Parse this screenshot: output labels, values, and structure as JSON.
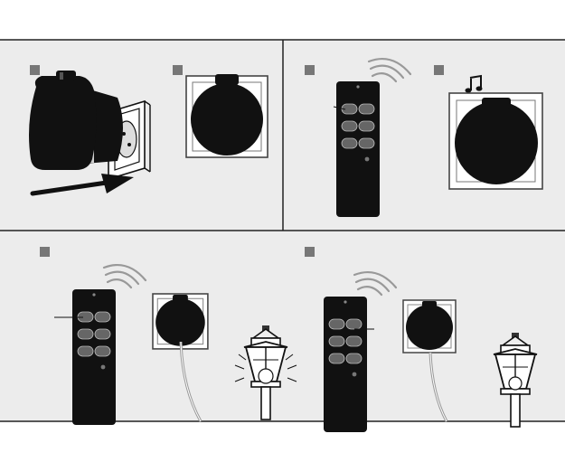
{
  "figure": {
    "kind": "instruction-illustration",
    "panel_count": 6,
    "background_color": "#ececec",
    "border_color": "#222222",
    "ink_color": "#111111",
    "frame_color": "#555555",
    "step_marker_color": "#777777"
  },
  "icons": {
    "music": "music-note-icon",
    "signal": "radio-signal-icon"
  },
  "panels": [
    {
      "id": "plug-in",
      "shows": [
        "adapter-plug",
        "wall-socket",
        "arrow"
      ]
    },
    {
      "id": "socket-front",
      "shows": [
        "socket-adapter-front"
      ]
    },
    {
      "id": "remote-pair",
      "shows": [
        "remote-control",
        "signal-waves",
        "pointer-line"
      ]
    },
    {
      "id": "confirm-sound",
      "shows": [
        "socket-adapter-front",
        "music-note"
      ]
    },
    {
      "id": "lamp-on",
      "shows": [
        "remote-control",
        "socket-adapter-front",
        "cable",
        "lantern-lit"
      ]
    },
    {
      "id": "lamp-off",
      "shows": [
        "remote-control",
        "socket-adapter-front",
        "cable",
        "lantern-unlit"
      ]
    }
  ]
}
